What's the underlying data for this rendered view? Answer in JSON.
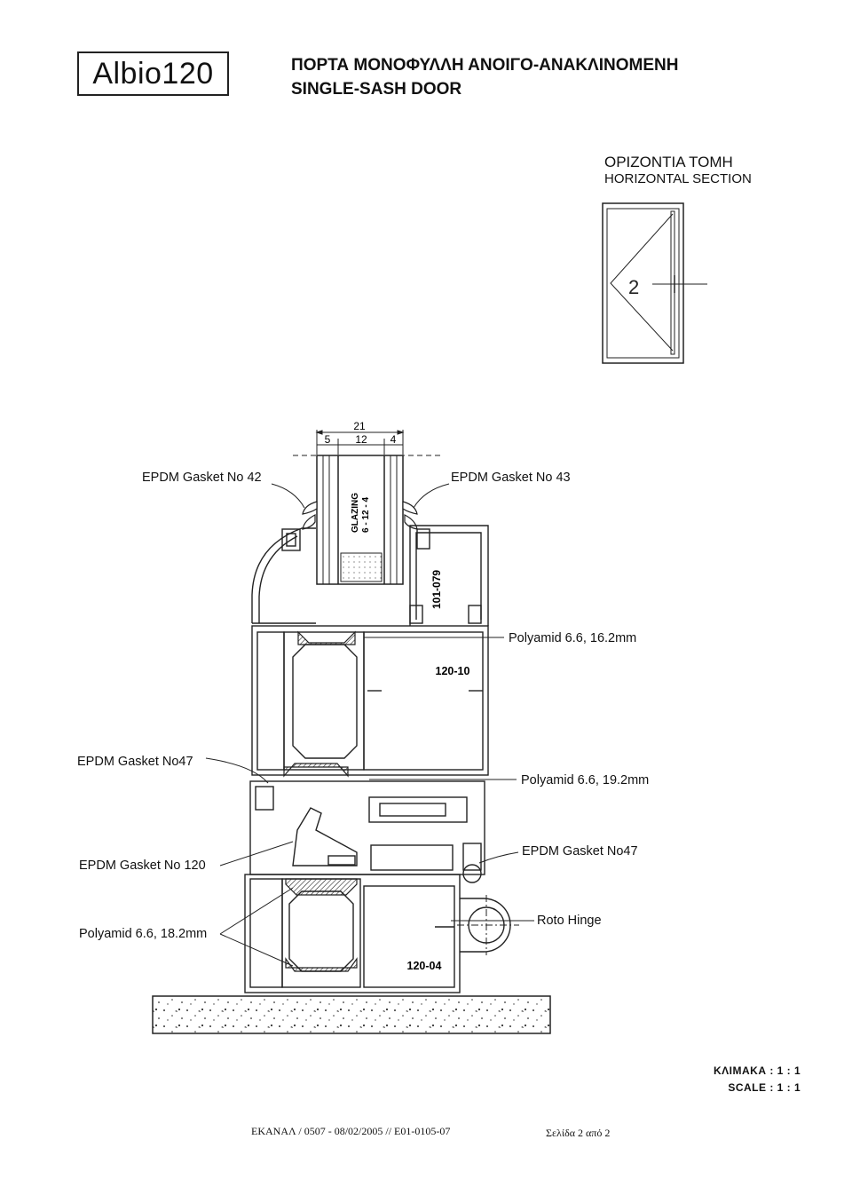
{
  "header": {
    "brand": "Albio120",
    "title_greek": "ΠΟΡΤΑ ΜΟΝΟΦΥΛΛΗ ΑΝΟΙΓΟ-ΑΝΑΚΛΙΝΟΜΕΝΗ",
    "title_english": "SINGLE-SASH DOOR"
  },
  "section": {
    "title_greek": "ΟΡΙΖΟΝΤΙΑ ΤΟΜΗ",
    "title_english": "HORIZONTAL SECTION",
    "marker": "2"
  },
  "dimensions": {
    "total": "21",
    "left": "5",
    "middle": "12",
    "right": "4"
  },
  "glazing": {
    "line1": "GLAZING",
    "line2": "6 - 12 - 4"
  },
  "labels": {
    "gasket_42": "EPDM Gasket No 42",
    "gasket_43": "EPDM Gasket No 43",
    "profile_101_079": "101-079",
    "polyamid_16": "Polyamid 6.6, 16.2mm",
    "profile_120_10": "120-10",
    "gasket_47_left": "EPDM Gasket No47",
    "polyamid_19": "Polyamid 6.6, 19.2mm",
    "gasket_47_right": "EPDM Gasket No47",
    "gasket_120": "EPDM Gasket No 120",
    "roto_hinge": "Roto Hinge",
    "polyamid_18": "Polyamid 6.6, 18.2mm",
    "profile_120_04": "120-04"
  },
  "scale": {
    "greek": "ΚΛΙΜΑΚΑ :  1 : 1",
    "english": "SCALE :  1 : 1"
  },
  "footer": {
    "text": "ΕΚΑΝΑΛ   /  0507  -  08/02/2005   //   E01-0105-07",
    "page": "Σελίδα 2 από 2"
  }
}
